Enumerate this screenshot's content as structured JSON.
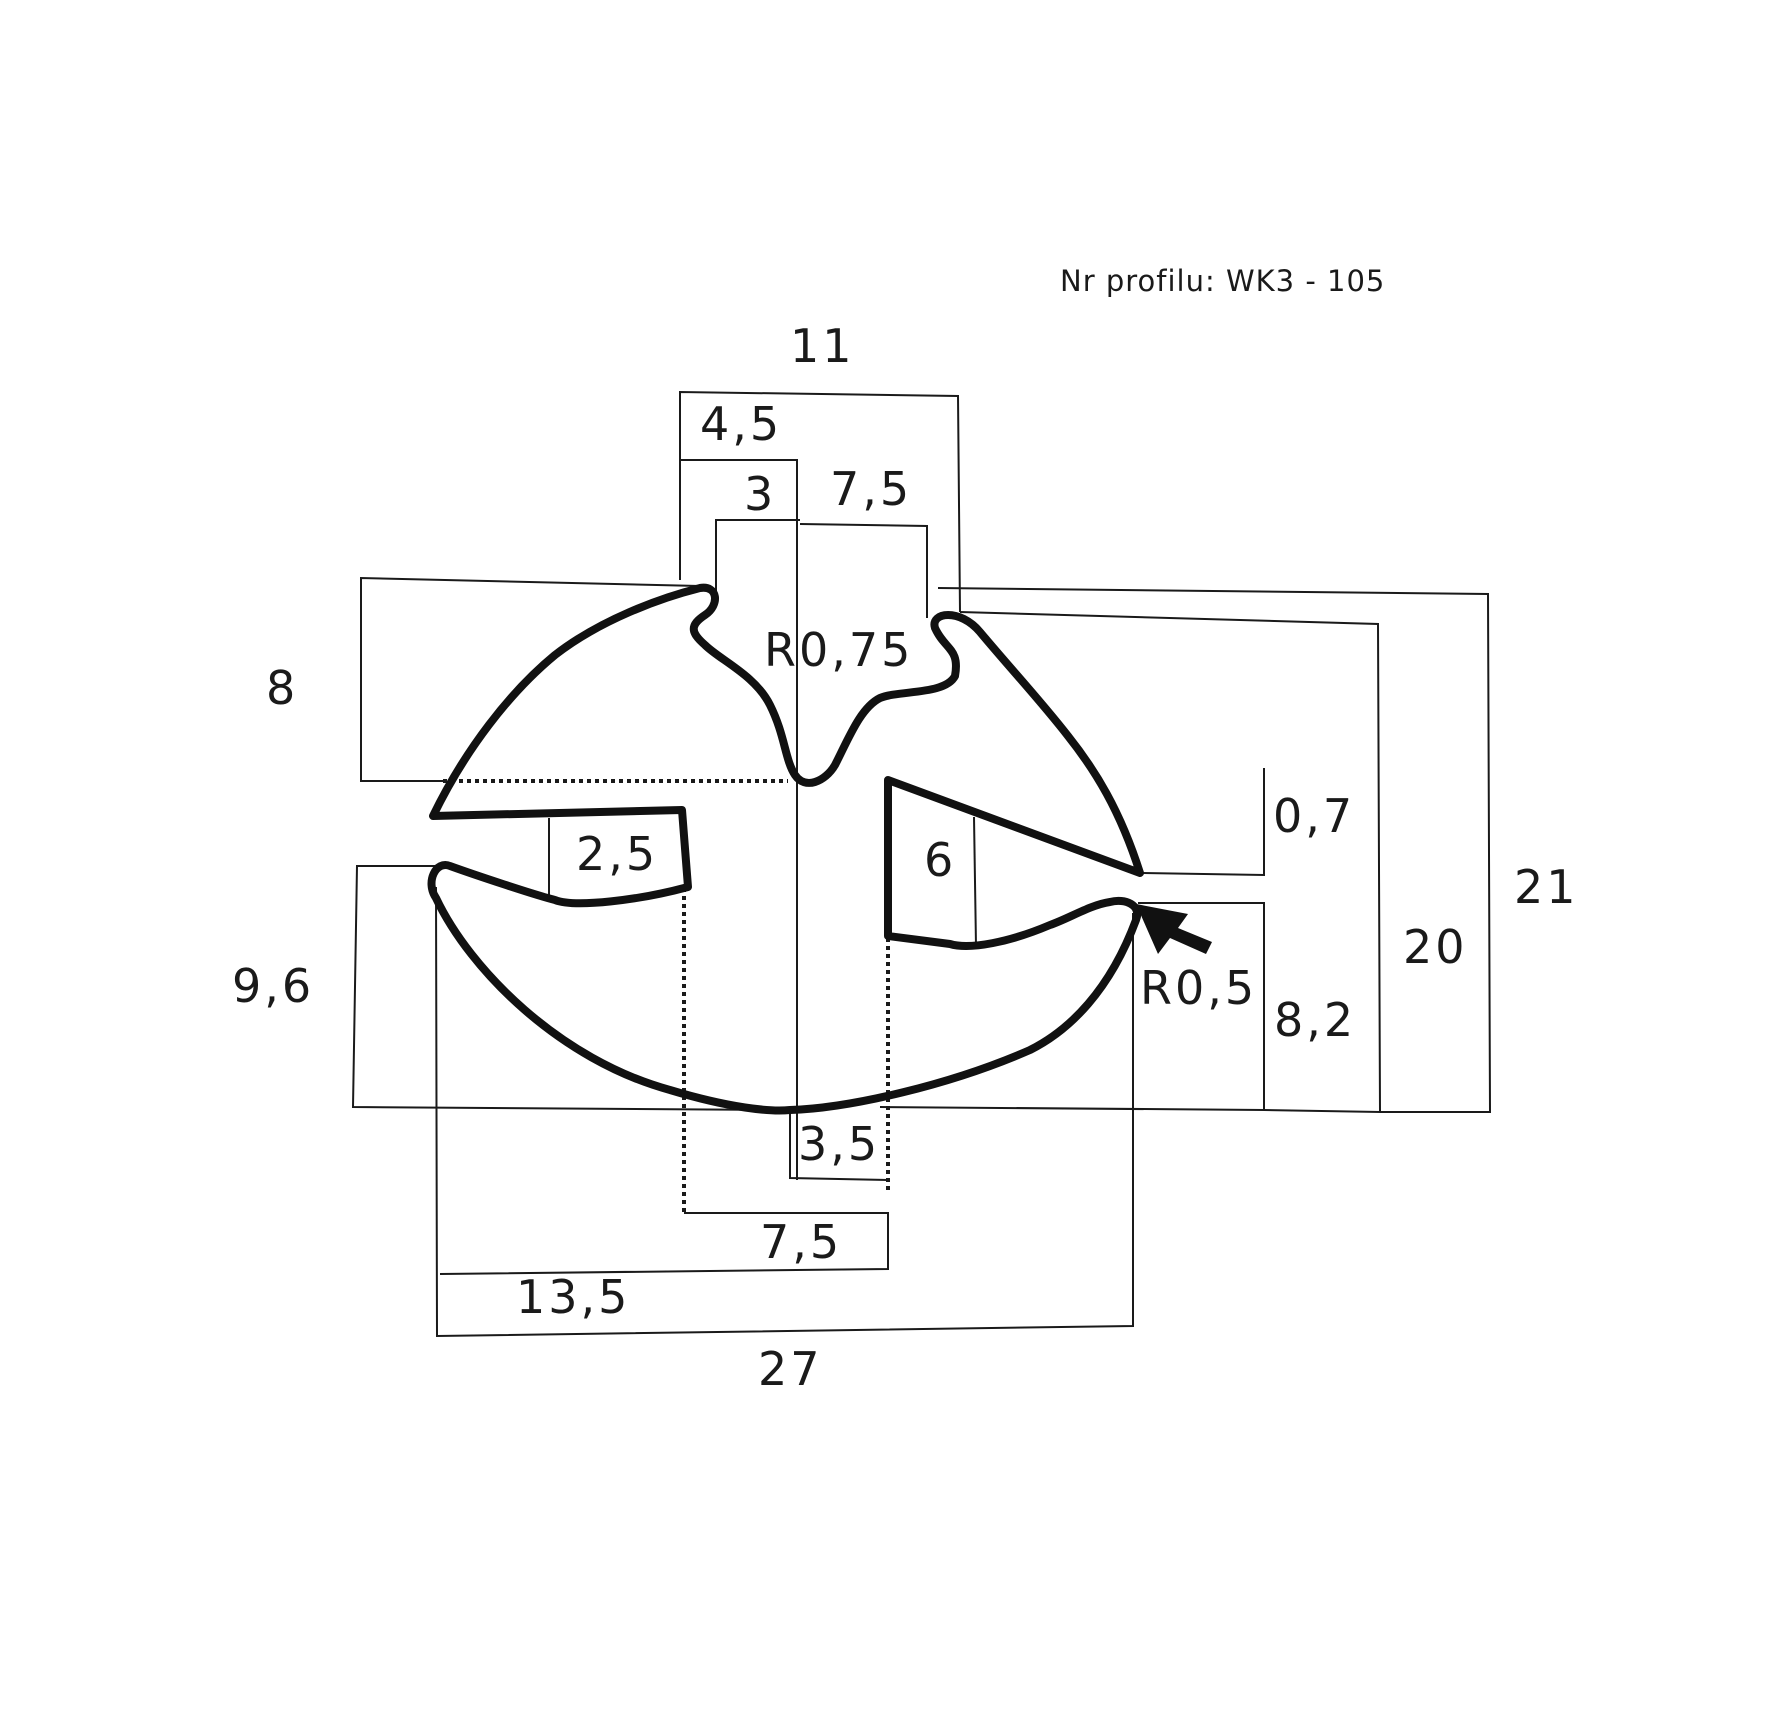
{
  "title": "Nr profilu: WK3 - 105",
  "dimensions": {
    "top_width": "11",
    "top_left_offset": "4,5",
    "slot_left": "3",
    "slot_right": "7,5",
    "radius_top": "R0,75",
    "upper_height": "8",
    "left_lip": "2,5",
    "right_lip": "6",
    "gap": "0,7",
    "lower_left_height": "9,6",
    "radius_right": "R0,5",
    "lower_right_height": "8,2",
    "height_inner": "20",
    "height_total": "21",
    "stem_width": "3,5",
    "channel_width": "7,5",
    "half_width": "13,5",
    "total_width": "27"
  }
}
